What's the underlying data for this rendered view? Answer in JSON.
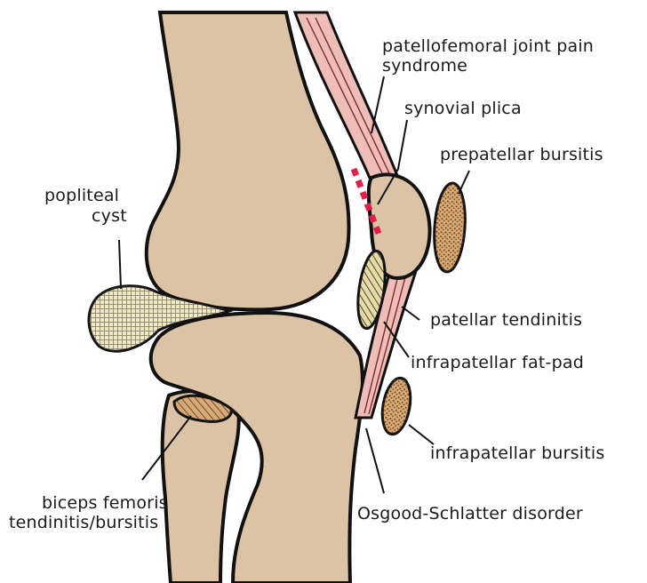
{
  "labels": {
    "patellofemoral_line1": "patellofemoral joint pain",
    "patellofemoral_line2": "syndrome",
    "synovial_plica": "synovial plica",
    "prepatellar_bursitis": "prepatellar bursitis",
    "popliteal_line1": "popliteal",
    "popliteal_line2": "cyst",
    "patellar_tendinitis": "patellar tendinitis",
    "infrapatellar_fat_pad": "infrapatellar fat-pad",
    "infrapatellar_bursitis": "infrapatellar bursitis",
    "biceps_line1": "biceps femoris",
    "biceps_line2": "tendinitis/bursitis",
    "osgood_schlatter": "Osgood-Schlatter disorder"
  },
  "colors": {
    "bone": "#dcc3a6",
    "outline": "#111111",
    "tendon": "#eebdb8",
    "bursa": "#d9a873",
    "fatpad": "#e6dba4",
    "cyst": "#f2e8c2",
    "plica": "#e0204a"
  }
}
